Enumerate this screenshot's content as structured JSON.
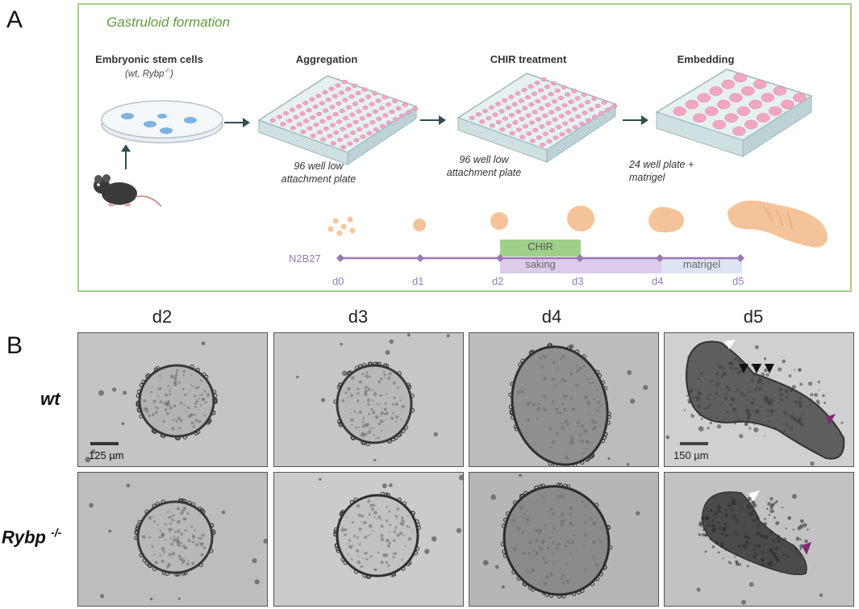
{
  "panels": {
    "a_label": "A",
    "b_label": "B"
  },
  "formation": {
    "title": "Gastruloid formation",
    "steps": [
      {
        "label": "Embryonic stem cells",
        "sub": "(wt, Rybp-/-)"
      },
      {
        "label": "Aggregation"
      },
      {
        "label": "CHIR treatment"
      },
      {
        "label": "Embedding"
      }
    ],
    "plate_labels": [
      {
        "line1": "96 well low",
        "line2": "attachment plate"
      },
      {
        "line1": "96 well low",
        "line2": "attachment plate"
      },
      {
        "line1": "24 well plate +",
        "line2": "matrigel"
      }
    ]
  },
  "timeline": {
    "medium": "N2B27",
    "days": [
      "d0",
      "d1",
      "d2",
      "d3",
      "d4",
      "d5"
    ],
    "bars": [
      {
        "label": "CHIR",
        "color": "#9fd08a"
      },
      {
        "label": "saking",
        "color": "#dccbeb"
      },
      {
        "label": "matrigel",
        "color": "#dde5f5"
      }
    ],
    "line_color": "#9a78b6"
  },
  "microscopy": {
    "columns": [
      "d2",
      "d3",
      "d4",
      "d5"
    ],
    "rows": [
      "wt",
      "Rybp -/-"
    ],
    "scalebars": [
      "125 µm",
      "150 µm"
    ],
    "arrow_colors": {
      "white": "#ffffff",
      "black": "#111111",
      "purple": "#7b2b73"
    }
  }
}
